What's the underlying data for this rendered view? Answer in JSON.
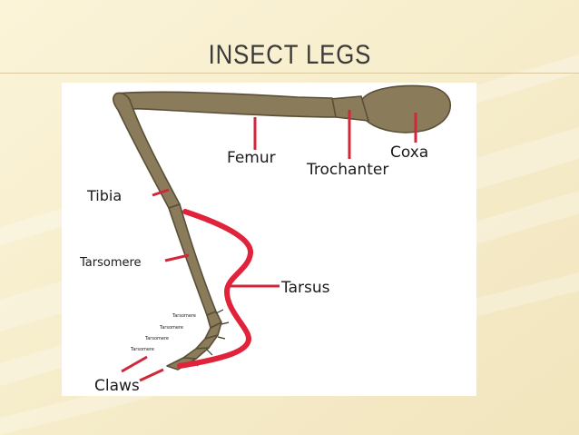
{
  "slide": {
    "title": "INSECT LEGS"
  },
  "diagram": {
    "labels": {
      "femur": "Femur",
      "trochanter": "Trochanter",
      "coxa": "Coxa",
      "tibia": "Tibia",
      "tarsomere": "Tarsomere",
      "tarsus": "Tarsus",
      "claws": "Claws",
      "tarsomere_small_1": "Tarsomere",
      "tarsomere_small_2": "Tarsomere",
      "tarsomere_small_3": "Tarsomere",
      "tarsomere_small_4": "Tarsomere"
    },
    "colors": {
      "leg_fill": "#8a7b5b",
      "leg_stroke": "#5a4e36",
      "pointer": "#d0283a",
      "tarsus_bracket": "#e0223a"
    }
  }
}
